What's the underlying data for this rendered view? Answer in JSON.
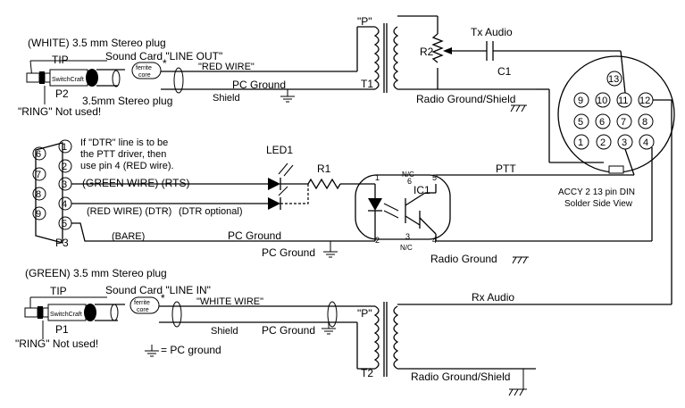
{
  "plug_top": {
    "title": "(WHITE) 3.5 mm Stereo plug",
    "tip": "TIP",
    "ring": "\"RING\" Not used!",
    "name": "P2",
    "plug_text": "SwitchCraft",
    "card": "Sound Card \"LINE OUT\"",
    "below": "3.5mm Stereo plug",
    "wire": "\"RED WIRE\"",
    "pc_ground": "PC Ground",
    "shield": "Shield",
    "ferrite_a": "ferrite",
    "ferrite_b": "core",
    "star": "*"
  },
  "plug_bottom": {
    "title": "(GREEN) 3.5 mm Stereo plug",
    "tip": "TIP",
    "ring": "\"RING\" Not used!",
    "name": "P1",
    "plug_text": "SwitchCraft",
    "card": "Sound Card \"LINE IN\"",
    "wire": "\"WHITE WIRE\"",
    "shield": "Shield",
    "pc_ground": "PC Ground",
    "ferrite_a": "ferrite",
    "ferrite_b": "core",
    "star": "*",
    "legend": "= PC ground"
  },
  "transformer_top": {
    "p": "\"P\"",
    "name": "T1",
    "pot": "R2",
    "tx": "Tx Audio",
    "cap": "C1",
    "radio_gnd": "Radio Ground/Shield"
  },
  "transformer_bottom": {
    "p": "\"P\"",
    "name": "T2",
    "radio_gnd": "Radio Ground/Shield"
  },
  "db9": {
    "name": "P3",
    "pins": [
      "6",
      "1",
      "7",
      "2",
      "8",
      "3",
      "9",
      "4",
      "5"
    ],
    "note_1": "If \"DTR\" line is to be",
    "note_2": "the PTT driver, then",
    "note_3": "use pin 4 (RED wire).",
    "green": "(GREEN WIRE) (RTS)",
    "red": "(RED WIRE) (DTR)",
    "dtr_opt": "(DTR optional)",
    "bare": "(BARE)",
    "pc_ground": "PC Ground",
    "pc_ground2": "PC Ground"
  },
  "led": {
    "name": "LED1",
    "resistor": "R1"
  },
  "ic": {
    "name": "IC1",
    "p1": "1",
    "p2": "2",
    "p4": "4",
    "p5": "5",
    "p6": "6",
    "p3": "3",
    "nc_top": "N/C",
    "nc_bot": "N/C"
  },
  "ptt": "PTT",
  "radio_ground": "Radio Ground",
  "rx_audio": "Rx Audio",
  "din": {
    "label_1": "ACCY 2 13 pin DIN",
    "label_2": "Solder Side View",
    "pins": [
      "13",
      "9",
      "10",
      "11",
      "12",
      "5",
      "6",
      "7",
      "8",
      "1",
      "2",
      "3",
      "4"
    ]
  }
}
